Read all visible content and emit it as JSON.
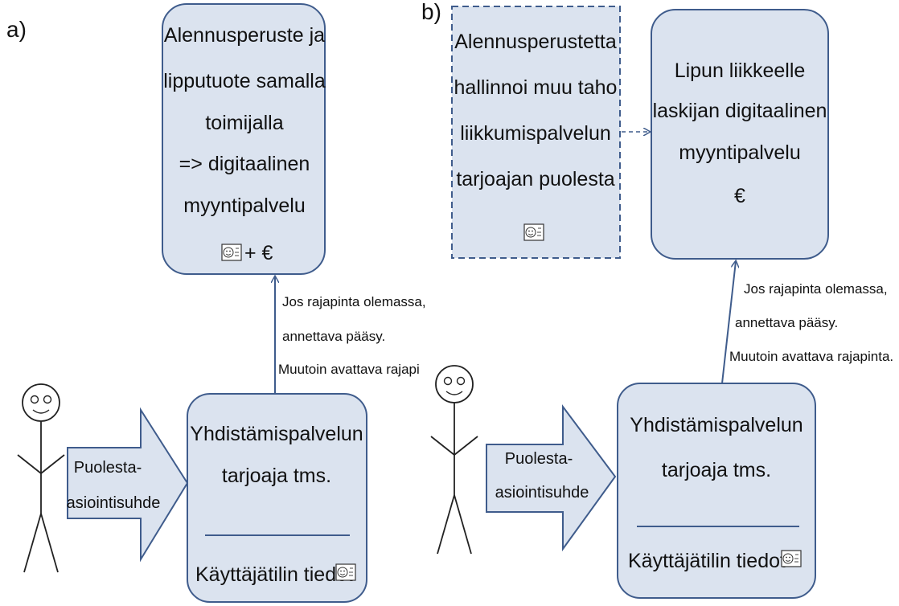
{
  "panels": {
    "a": {
      "label": "a)",
      "top_box": {
        "lines": [
          "Alennusperuste ja",
          "lipputuote samalla",
          "toimijalla",
          "=> digitaalinen",
          "myyntipalvelu"
        ],
        "suffix": "+ €"
      },
      "connector_text": [
        "Jos rajapinta olemassa,",
        "annettava pääsy.",
        "Muutoin avattava rajapi"
      ],
      "block_arrow_text": [
        "Puolesta-",
        "asiointisuhde"
      ],
      "bottom_box": {
        "lines": [
          "Yhdistämispalvelun",
          "tarjoaja tms."
        ],
        "footer": "Käyttäjätilin tiedot"
      }
    },
    "b": {
      "label": "b)",
      "dashed_box": {
        "lines": [
          "Alennusperustetta",
          "hallinnoi muu taho",
          "liikkumispalvelun",
          "tarjoajan puolesta"
        ]
      },
      "top_box": {
        "lines": [
          "Lipun liikkeelle",
          "laskijan digitaalinen",
          "myyntipalvelu",
          "€"
        ]
      },
      "connector_text": [
        "Jos rajapinta olemassa,",
        "annettava pääsy.",
        "Muutoin avattava rajapinta."
      ],
      "block_arrow_text": [
        "Puolesta-",
        "asiointisuhde"
      ],
      "bottom_box": {
        "lines": [
          "Yhdistämispalvelun",
          "tarjoaja tms."
        ],
        "footer": "Käyttäjätilin tiedot"
      }
    }
  },
  "icons": [
    "id-card-icon",
    "person-icon"
  ],
  "colors": {
    "box_fill": "#dbe3ef",
    "box_stroke": "#3f5c8c",
    "line": "#3f5c8c"
  }
}
